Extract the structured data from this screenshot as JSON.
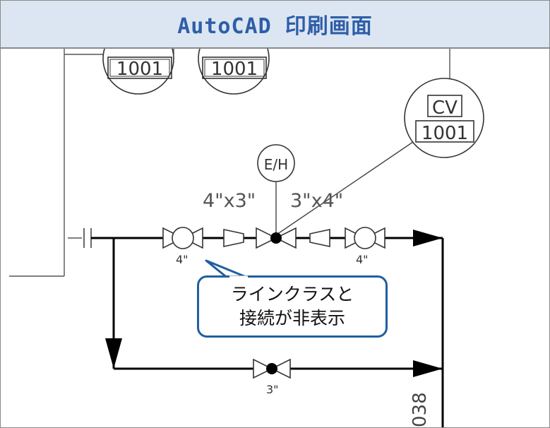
{
  "title": "AutoCAD 印刷画面",
  "instruments": {
    "left1_number": "1001",
    "left2_number": "1001",
    "cv_tag": "CV",
    "cv_number": "1001",
    "eh_tag": "E/H"
  },
  "pipe_labels": {
    "reducer_left": "4\"x3\"",
    "reducer_right": "3\"x4\"",
    "valve_left_size": "4\"",
    "valve_right_size": "4\"",
    "valve_bottom_size": "3\"",
    "line_number_fragment": "038"
  },
  "callout": {
    "line1": "ラインクラスと",
    "line2": "接続が非表示"
  },
  "colors": {
    "title_bg": "#dce6f2",
    "title_text": "#2e5ea8",
    "callout_border": "#1f5fa0",
    "line": "#000000"
  }
}
